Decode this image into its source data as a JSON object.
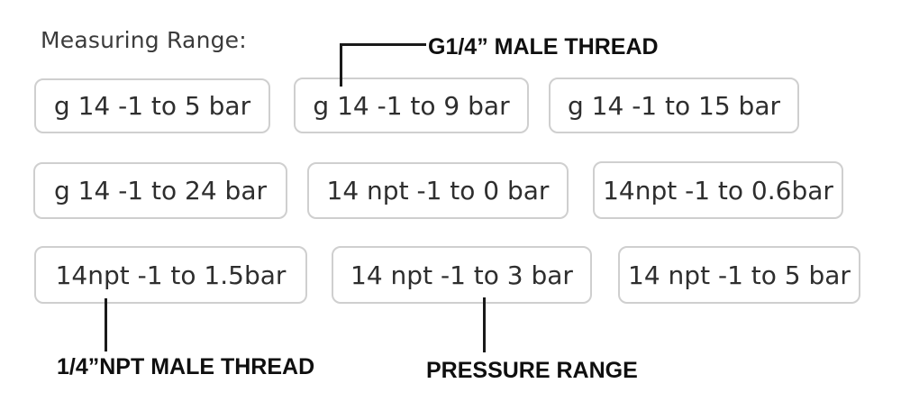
{
  "header": {
    "label": "Measuring Range:"
  },
  "options": [
    {
      "label": "g 14 -1 to 5 bar"
    },
    {
      "label": "g 14 -1 to 9 bar"
    },
    {
      "label": "g 14 -1 to 15 bar"
    },
    {
      "label": "g 14 -1 to 24 bar"
    },
    {
      "label": "14 npt -1 to 0 bar"
    },
    {
      "label": "14npt -1 to 0.6bar"
    },
    {
      "label": "14npt -1 to 1.5bar"
    },
    {
      "label": "14 npt -1 to 3 bar"
    },
    {
      "label": "14 npt -1 to 5 bar"
    }
  ],
  "annotations": {
    "g_thread": {
      "label": "G1/4” MALE THREAD"
    },
    "npt_thread": {
      "label": "1/4”NPT MALE THREAD"
    },
    "pressure": {
      "label": "PRESSURE RANGE"
    }
  },
  "colors": {
    "background": "#ffffff",
    "button_border": "#cfcfcf",
    "button_text": "#2e2e2e",
    "header_text": "#3b3b3b",
    "annotation_text": "#0f0f0f",
    "callout_line": "#1a1a1a"
  }
}
